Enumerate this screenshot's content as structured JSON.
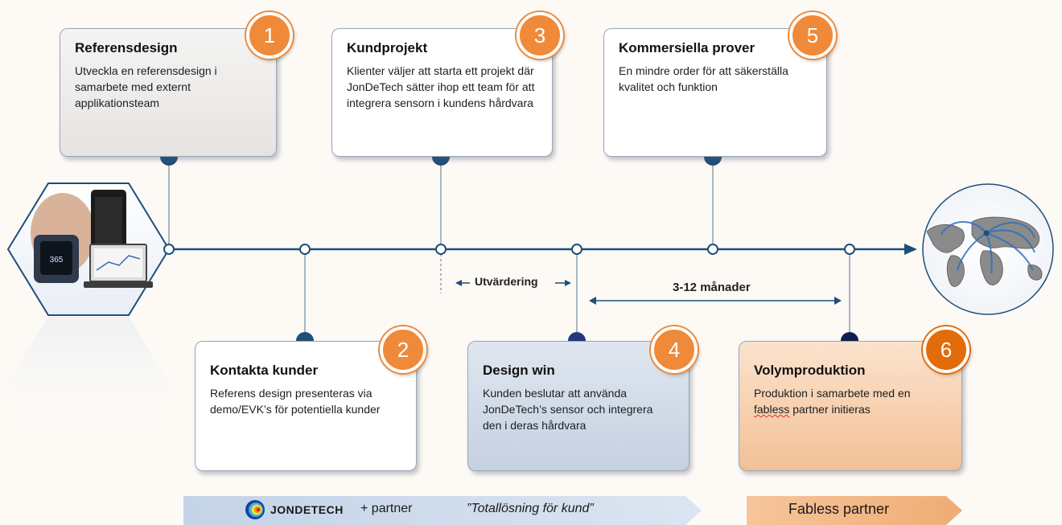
{
  "steps": [
    {
      "num": "1",
      "title": "Referensdesign",
      "body": "Utveckla en referensdesign i samarbete med externt applikationsteam"
    },
    {
      "num": "2",
      "title": "Kontakta kunder",
      "body": "Referens design presenteras via demo/EVK’s för potentiella kunder"
    },
    {
      "num": "3",
      "title": "Kundprojekt",
      "body": "Klienter väljer att starta ett projekt där JonDeTech sätter ihop ett team för att integrera sensorn i kundens hårdvara"
    },
    {
      "num": "4",
      "title": "Design win",
      "body": "Kunden beslutar att använda JonDeTech’s sensor och integrera den i deras hårdvara"
    },
    {
      "num": "5",
      "title": "Kommersiella prover",
      "body": "En mindre order för att säkerställa kvalitet och funktion"
    },
    {
      "num": "6",
      "title": "Volymproduktion",
      "body": "Produktion i samarbete med en fabless partner initieras"
    }
  ],
  "labels": {
    "evaluation": "Utvärdering",
    "duration": "3-12 månader"
  },
  "bottom": {
    "logo": "JONDETECH",
    "partner": "+ partner",
    "tagline": "”Totallösning för kund”",
    "fabless": "Fabless partner"
  },
  "colors": {
    "timeline": "#1f4e79",
    "dot": "#1f4e79",
    "badge": "#ee8a3a",
    "blue_bar": "#c9d7ea",
    "orange_bar": "#f3b380"
  }
}
